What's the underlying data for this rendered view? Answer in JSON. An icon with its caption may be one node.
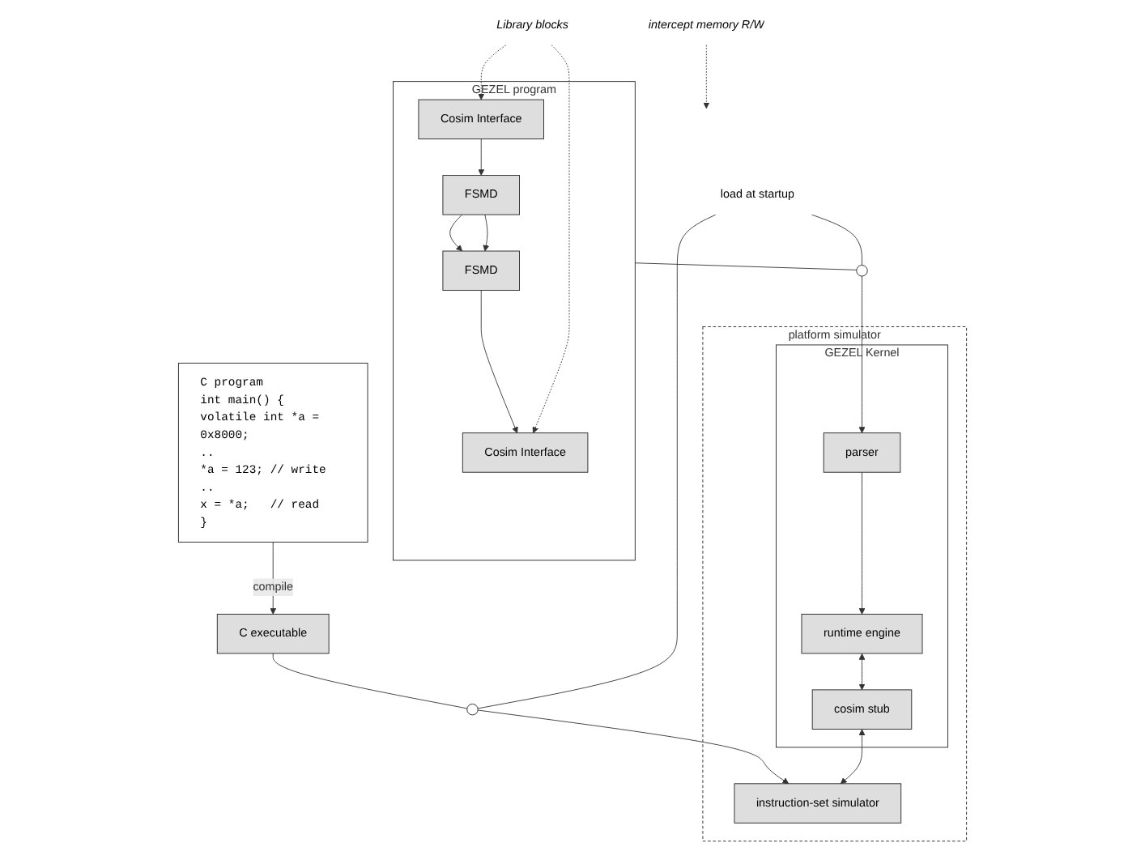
{
  "diagram": {
    "nodes": [
      {
        "text": [
          "GEZEL program"
        ]
      },
      {
        "text": [
          "FSMD"
        ],
        "in": 0
      },
      {
        "text": [
          "FSMD"
        ],
        "in": 0
      },
      {
        "text": [
          "Cosim Interface"
        ],
        "in": 0
      },
      {
        "text": [
          "Cosim Interface"
        ],
        "in": 0
      },
      {
        "text": [
          "C program",
          "int main() {",
          "volatile int *a = 0x8000;",
          "..",
          "*a = 123; // write",
          "..",
          "x = *a;   // read",
          "}"
        ]
      },
      {
        "text": [
          "Library blocks"
        ]
      },
      {
        "text": [
          "C executable"
        ]
      },
      {
        "text": [
          "platform simulator"
        ]
      },
      {
        "text": [
          "GEZEL Kernel"
        ],
        "in": 8
      },
      {
        "text": [
          "parser"
        ],
        "in": 9
      },
      {
        "text": [
          "runtime engine"
        ],
        "in": 9
      },
      {
        "text": [
          "cosim stub"
        ],
        "in": 9
      },
      {
        "text": [
          "instruction-set simulator"
        ],
        "in": 8
      },
      {
        "text": [
          "intercept memory R/W"
        ]
      },
      {
        "text": [
          "load at startup"
        ]
      },
      {
        "text": [],
        "shape": "ellipse"
      },
      {
        "text": [],
        "shape": "ellipse"
      }
    ],
    "edges": [
      {
        "from": 1,
        "to": 2,
        "arrow": "to"
      },
      {
        "from": 1,
        "to": 2,
        "arrow": "to"
      },
      {
        "from": 2,
        "to": 4,
        "arrow": "to"
      },
      {
        "from": 3,
        "to": 1,
        "arrow": "to"
      },
      {
        "from": 6,
        "to": 3,
        "arrow": "to",
        "style": "dashed"
      },
      {
        "from": 6,
        "to": 4,
        "arrow": "to",
        "style": "dashed"
      },
      {
        "from": 5,
        "to": 7,
        "label": "compile",
        "arrow": "to"
      },
      {
        "from": 0,
        "to": 16,
        "arrow": "none"
      },
      {
        "from": 16,
        "to": 10,
        "arrow": "to"
      },
      {
        "from": 7,
        "to": 17,
        "arrow": "none"
      },
      {
        "from": 17,
        "to": 13,
        "arrow": "to"
      },
      {
        "from": 15,
        "to": 16,
        "arrow": "none"
      },
      {
        "from": 15,
        "to": 17,
        "arrow": "none"
      },
      {
        "from": 10,
        "to": 11,
        "arrow": "to"
      },
      {
        "from": 11,
        "to": 12,
        "arrow": "both"
      },
      {
        "from": 12,
        "to": 13,
        "arrow": "both"
      },
      {
        "from": 14,
        "to": null,
        "arrow": "to",
        "style": "dashed"
      }
    ]
  }
}
